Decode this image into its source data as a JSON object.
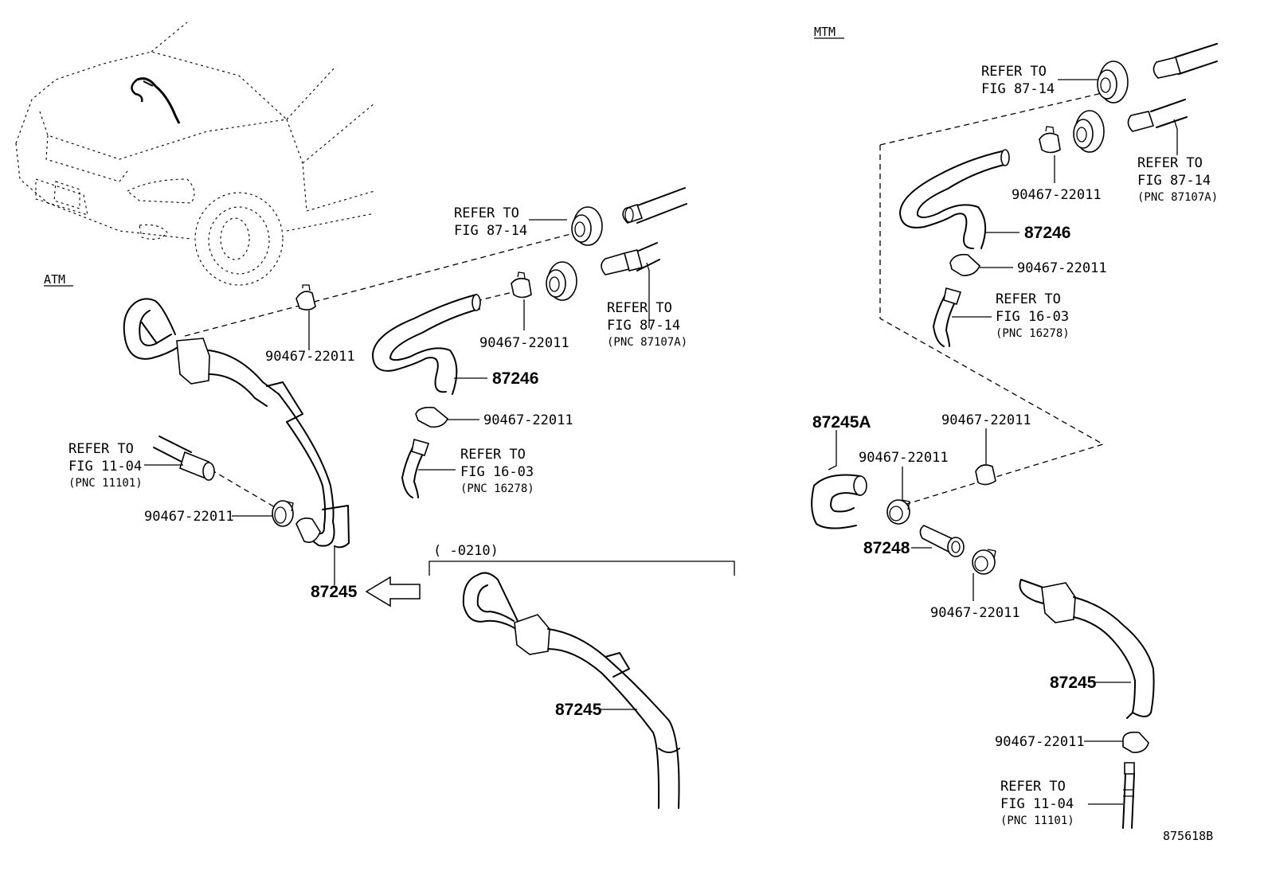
{
  "sections": {
    "atm": "ATM",
    "mtm": "MTM"
  },
  "atm_labels": {
    "refer_fig_87_14_top": [
      "REFER TO",
      "FIG 87-14"
    ],
    "refer_fig_87_14_pipe": [
      "REFER TO",
      "FIG 87-14",
      "(PNC 87107A)"
    ],
    "clamp_1": "90467-22011",
    "clamp_2": "90467-22011",
    "clamp_3": "90467-22011",
    "clamp_4": "90467-22011",
    "hose_87246": "87246",
    "refer_fig_16_03": [
      "REFER TO",
      "FIG 16-03",
      "(PNC 16278)"
    ],
    "refer_fig_11_04": [
      "REFER TO",
      "FIG 11-04",
      "(PNC 11101)"
    ],
    "hose_87245": "87245",
    "date_range": "(      -0210)",
    "hose_87245_variant": "87245"
  },
  "mtm_labels": {
    "refer_fig_87_14_top": [
      "REFER TO",
      "FIG 87-14"
    ],
    "refer_fig_87_14_pipe": [
      "REFER TO",
      "FIG 87-14",
      "(PNC 87107A)"
    ],
    "clamp_1": "90467-22011",
    "hose_87246": "87246",
    "clamp_2": "90467-22011",
    "refer_fig_16_03": [
      "REFER TO",
      "FIG 16-03",
      "(PNC 16278)"
    ],
    "hose_87245a": "87245A",
    "clamp_3": "90467-22011",
    "clamp_4": "90467-22011",
    "pipe_87248": "87248",
    "clamp_5": "90467-22011",
    "hose_87245": "87245",
    "clamp_6": "90467-22011",
    "refer_fig_11_04": [
      "REFER TO",
      "FIG 11-04",
      "(PNC 11101)"
    ]
  },
  "figure_id": "875618B"
}
